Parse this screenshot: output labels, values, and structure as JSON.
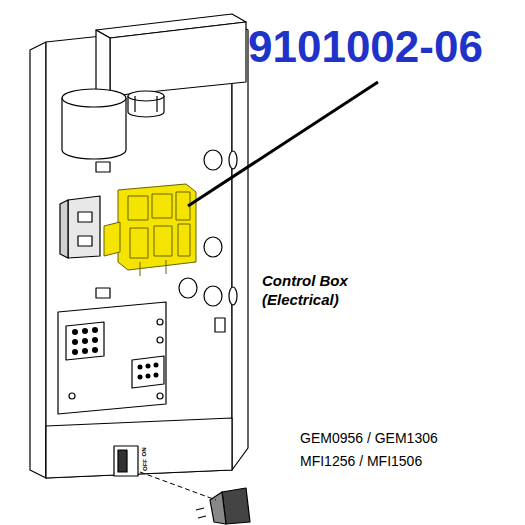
{
  "diagram": {
    "labels": [
      "9101002-06",
      "Control Box (Electrical)",
      "GEM0956 / GEM1306",
      "MFI1256 / MFI1506",
      "ON",
      "OFF"
    ]
  }
}
